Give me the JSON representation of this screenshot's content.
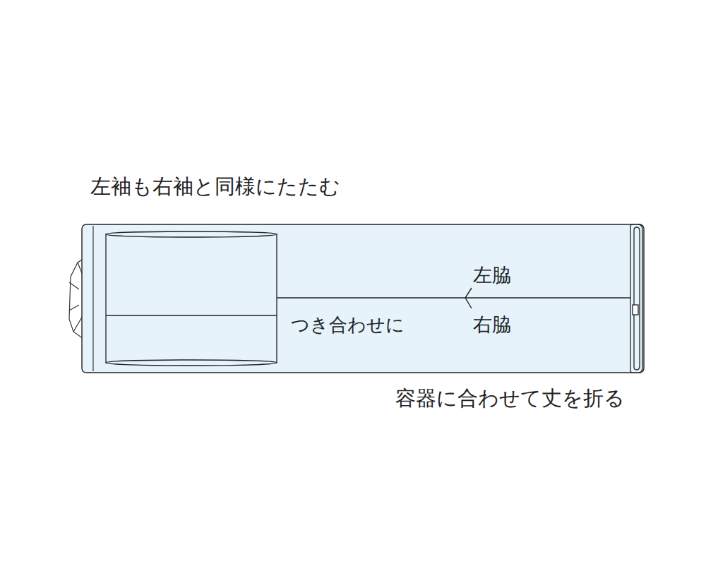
{
  "diagram": {
    "labels": [
      "左袖も右袖と同様にたたむ",
      "左脇",
      "つき合わせに",
      "右脇",
      "容器に合わせて丈を折る"
    ]
  }
}
